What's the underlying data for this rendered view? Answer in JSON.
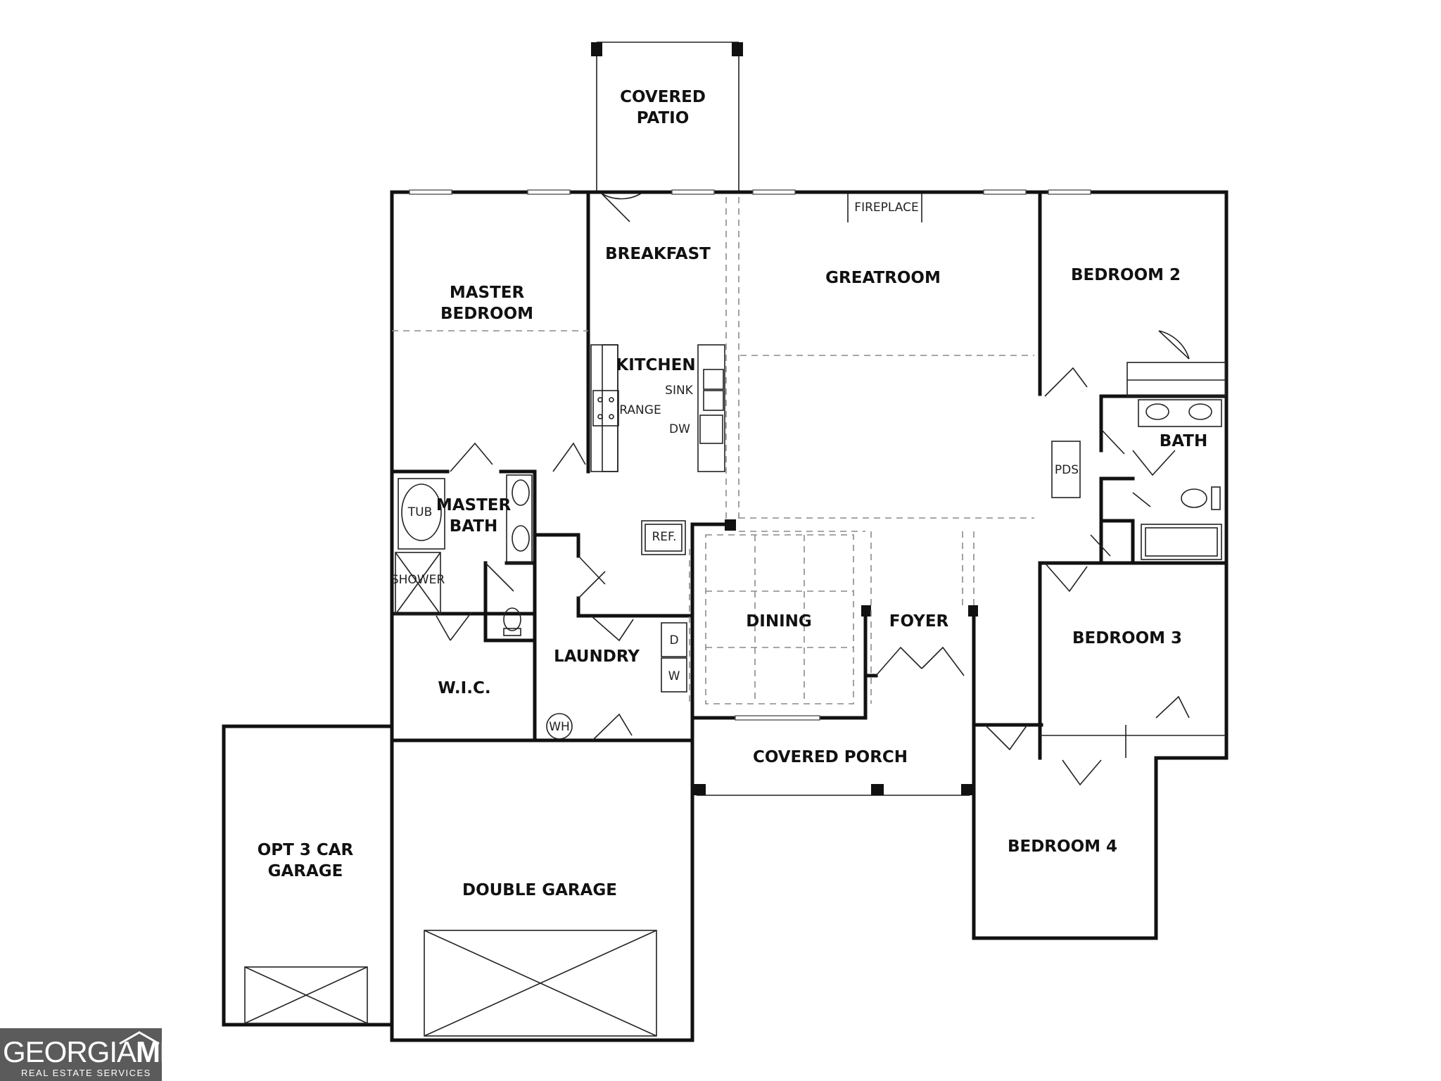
{
  "plan": {
    "rooms": {
      "covered_patio": "COVERED\nPATIO",
      "breakfast": "BREAKFAST",
      "greatroom": "GREATROOM",
      "bedroom_2": "BEDROOM 2",
      "master_bedroom": "MASTER\nBEDROOM",
      "kitchen": "KITCHEN",
      "bath": "BATH",
      "master_bath": "MASTER\nBATH",
      "dining": "DINING",
      "foyer": "FOYER",
      "bedroom_3": "BEDROOM 3",
      "laundry": "LAUNDRY",
      "wic": "W.I.C.",
      "covered_porch": "COVERED PORCH",
      "bedroom_4": "BEDROOM 4",
      "opt_3_car_garage": "OPT 3 CAR\nGARAGE",
      "double_garage": "DOUBLE GARAGE"
    },
    "fixtures": {
      "fireplace": "FIREPLACE",
      "sink": "SINK",
      "range": "RANGE",
      "dw": "DW",
      "ref": "REF.",
      "pds": "PDS",
      "tub": "TUB",
      "shower": "SHOWER",
      "dryer": "D",
      "washer": "W",
      "water_heater": "WH"
    }
  },
  "logo": {
    "brand_light": "GEORGIA",
    "brand_bold": "MLS",
    "tagline": "REAL ESTATE SERVICES"
  }
}
